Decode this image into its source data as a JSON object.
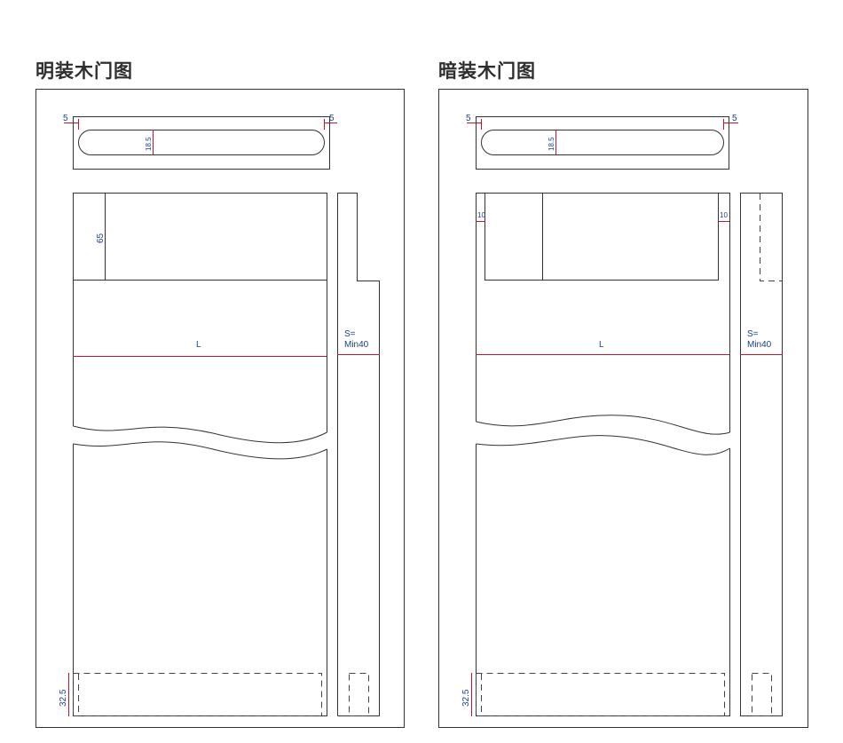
{
  "panels": {
    "surface": {
      "title": "明装木门图",
      "labels": {
        "gap_left": "5",
        "gap_right": "5",
        "slot_height": "18.5",
        "top_height": "65",
        "width": "L",
        "thickness_s": "S=",
        "thickness_min": "Min40",
        "bottom_height": "32.5"
      }
    },
    "concealed": {
      "title": "暗装木门图",
      "labels": {
        "gap_left": "5",
        "gap_right": "5",
        "slot_height": "18.5",
        "inset_left": "10",
        "inset_right": "10",
        "width": "L",
        "thickness_s": "S=",
        "thickness_min": "Min40",
        "bottom_height": "32.5"
      }
    }
  },
  "colors": {
    "outline": "#333333",
    "dimension_line": "#c0152a",
    "dimension_text": "#1b3f8b",
    "title": "#2e2e2e"
  }
}
